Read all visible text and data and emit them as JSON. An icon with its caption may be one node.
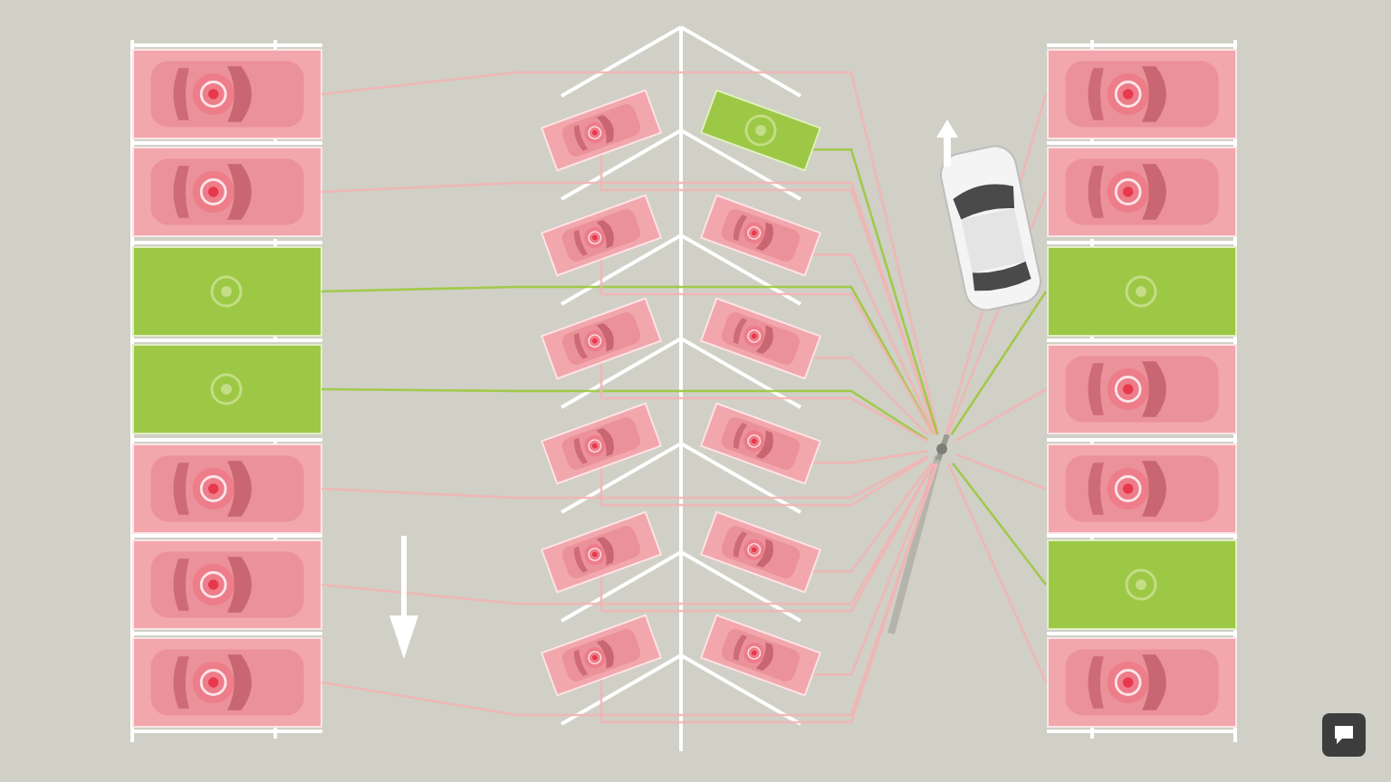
{
  "diagram": {
    "nodes": [
      {
        "text": [],
        "shape": "car"
      },
      {
        "text": [],
        "shape": "car"
      },
      {
        "text": [],
        "shape": "box"
      },
      {
        "text": [],
        "shape": "box"
      },
      {
        "text": [],
        "shape": "car"
      },
      {
        "text": [],
        "shape": "car"
      },
      {
        "text": [],
        "shape": "car"
      },
      {
        "text": [],
        "shape": "car"
      },
      {
        "text": [],
        "shape": "car"
      },
      {
        "text": [],
        "shape": "car"
      },
      {
        "text": [],
        "shape": "car"
      },
      {
        "text": [],
        "shape": "car"
      },
      {
        "text": [],
        "shape": "car"
      },
      {
        "text": [],
        "shape": "box"
      },
      {
        "text": [],
        "shape": "car"
      },
      {
        "text": [],
        "shape": "car"
      },
      {
        "text": [],
        "shape": "car"
      },
      {
        "text": [],
        "shape": "car"
      },
      {
        "text": [],
        "shape": "car"
      },
      {
        "text": [],
        "shape": "car"
      },
      {
        "text": [],
        "shape": "car"
      },
      {
        "text": [],
        "shape": "box"
      },
      {
        "text": [],
        "shape": "car"
      },
      {
        "text": [],
        "shape": "car"
      },
      {
        "text": [],
        "shape": "box"
      },
      {
        "text": [],
        "shape": "car"
      },
      {
        "text": [],
        "shape": "antenna"
      }
    ],
    "edges": [
      {
        "from": 0,
        "to": 26,
        "arrow": "none"
      },
      {
        "from": 1,
        "to": 26,
        "arrow": "none"
      },
      {
        "from": 2,
        "to": 26,
        "arrow": "none",
        "color": "#9cc83c"
      },
      {
        "from": 3,
        "to": 26,
        "arrow": "none",
        "color": "#9cc83c"
      },
      {
        "from": 4,
        "to": 26,
        "arrow": "none"
      },
      {
        "from": 5,
        "to": 26,
        "arrow": "none"
      },
      {
        "from": 6,
        "to": 26,
        "arrow": "none"
      },
      {
        "from": 7,
        "to": 26,
        "arrow": "none"
      },
      {
        "from": 8,
        "to": 26,
        "arrow": "none"
      },
      {
        "from": 9,
        "to": 26,
        "arrow": "none"
      },
      {
        "from": 10,
        "to": 26,
        "arrow": "none"
      },
      {
        "from": 11,
        "to": 26,
        "arrow": "none"
      },
      {
        "from": 12,
        "to": 26,
        "arrow": "none"
      },
      {
        "from": 13,
        "to": 26,
        "arrow": "none",
        "color": "#9cc83c"
      },
      {
        "from": 14,
        "to": 26,
        "arrow": "none"
      },
      {
        "from": 15,
        "to": 26,
        "arrow": "none"
      },
      {
        "from": 16,
        "to": 26,
        "arrow": "none"
      },
      {
        "from": 17,
        "to": 26,
        "arrow": "none"
      },
      {
        "from": 18,
        "to": 26,
        "arrow": "none"
      },
      {
        "from": 19,
        "to": 26,
        "arrow": "none"
      },
      {
        "from": 20,
        "to": 26,
        "arrow": "none"
      },
      {
        "from": 21,
        "to": 26,
        "arrow": "none",
        "color": "#9cc83c"
      },
      {
        "from": 22,
        "to": 26,
        "arrow": "none"
      },
      {
        "from": 23,
        "to": 26,
        "arrow": "none"
      },
      {
        "from": 24,
        "to": 26,
        "arrow": "none",
        "color": "#9cc83c"
      },
      {
        "from": 25,
        "to": 26,
        "arrow": "none"
      }
    ]
  }
}
